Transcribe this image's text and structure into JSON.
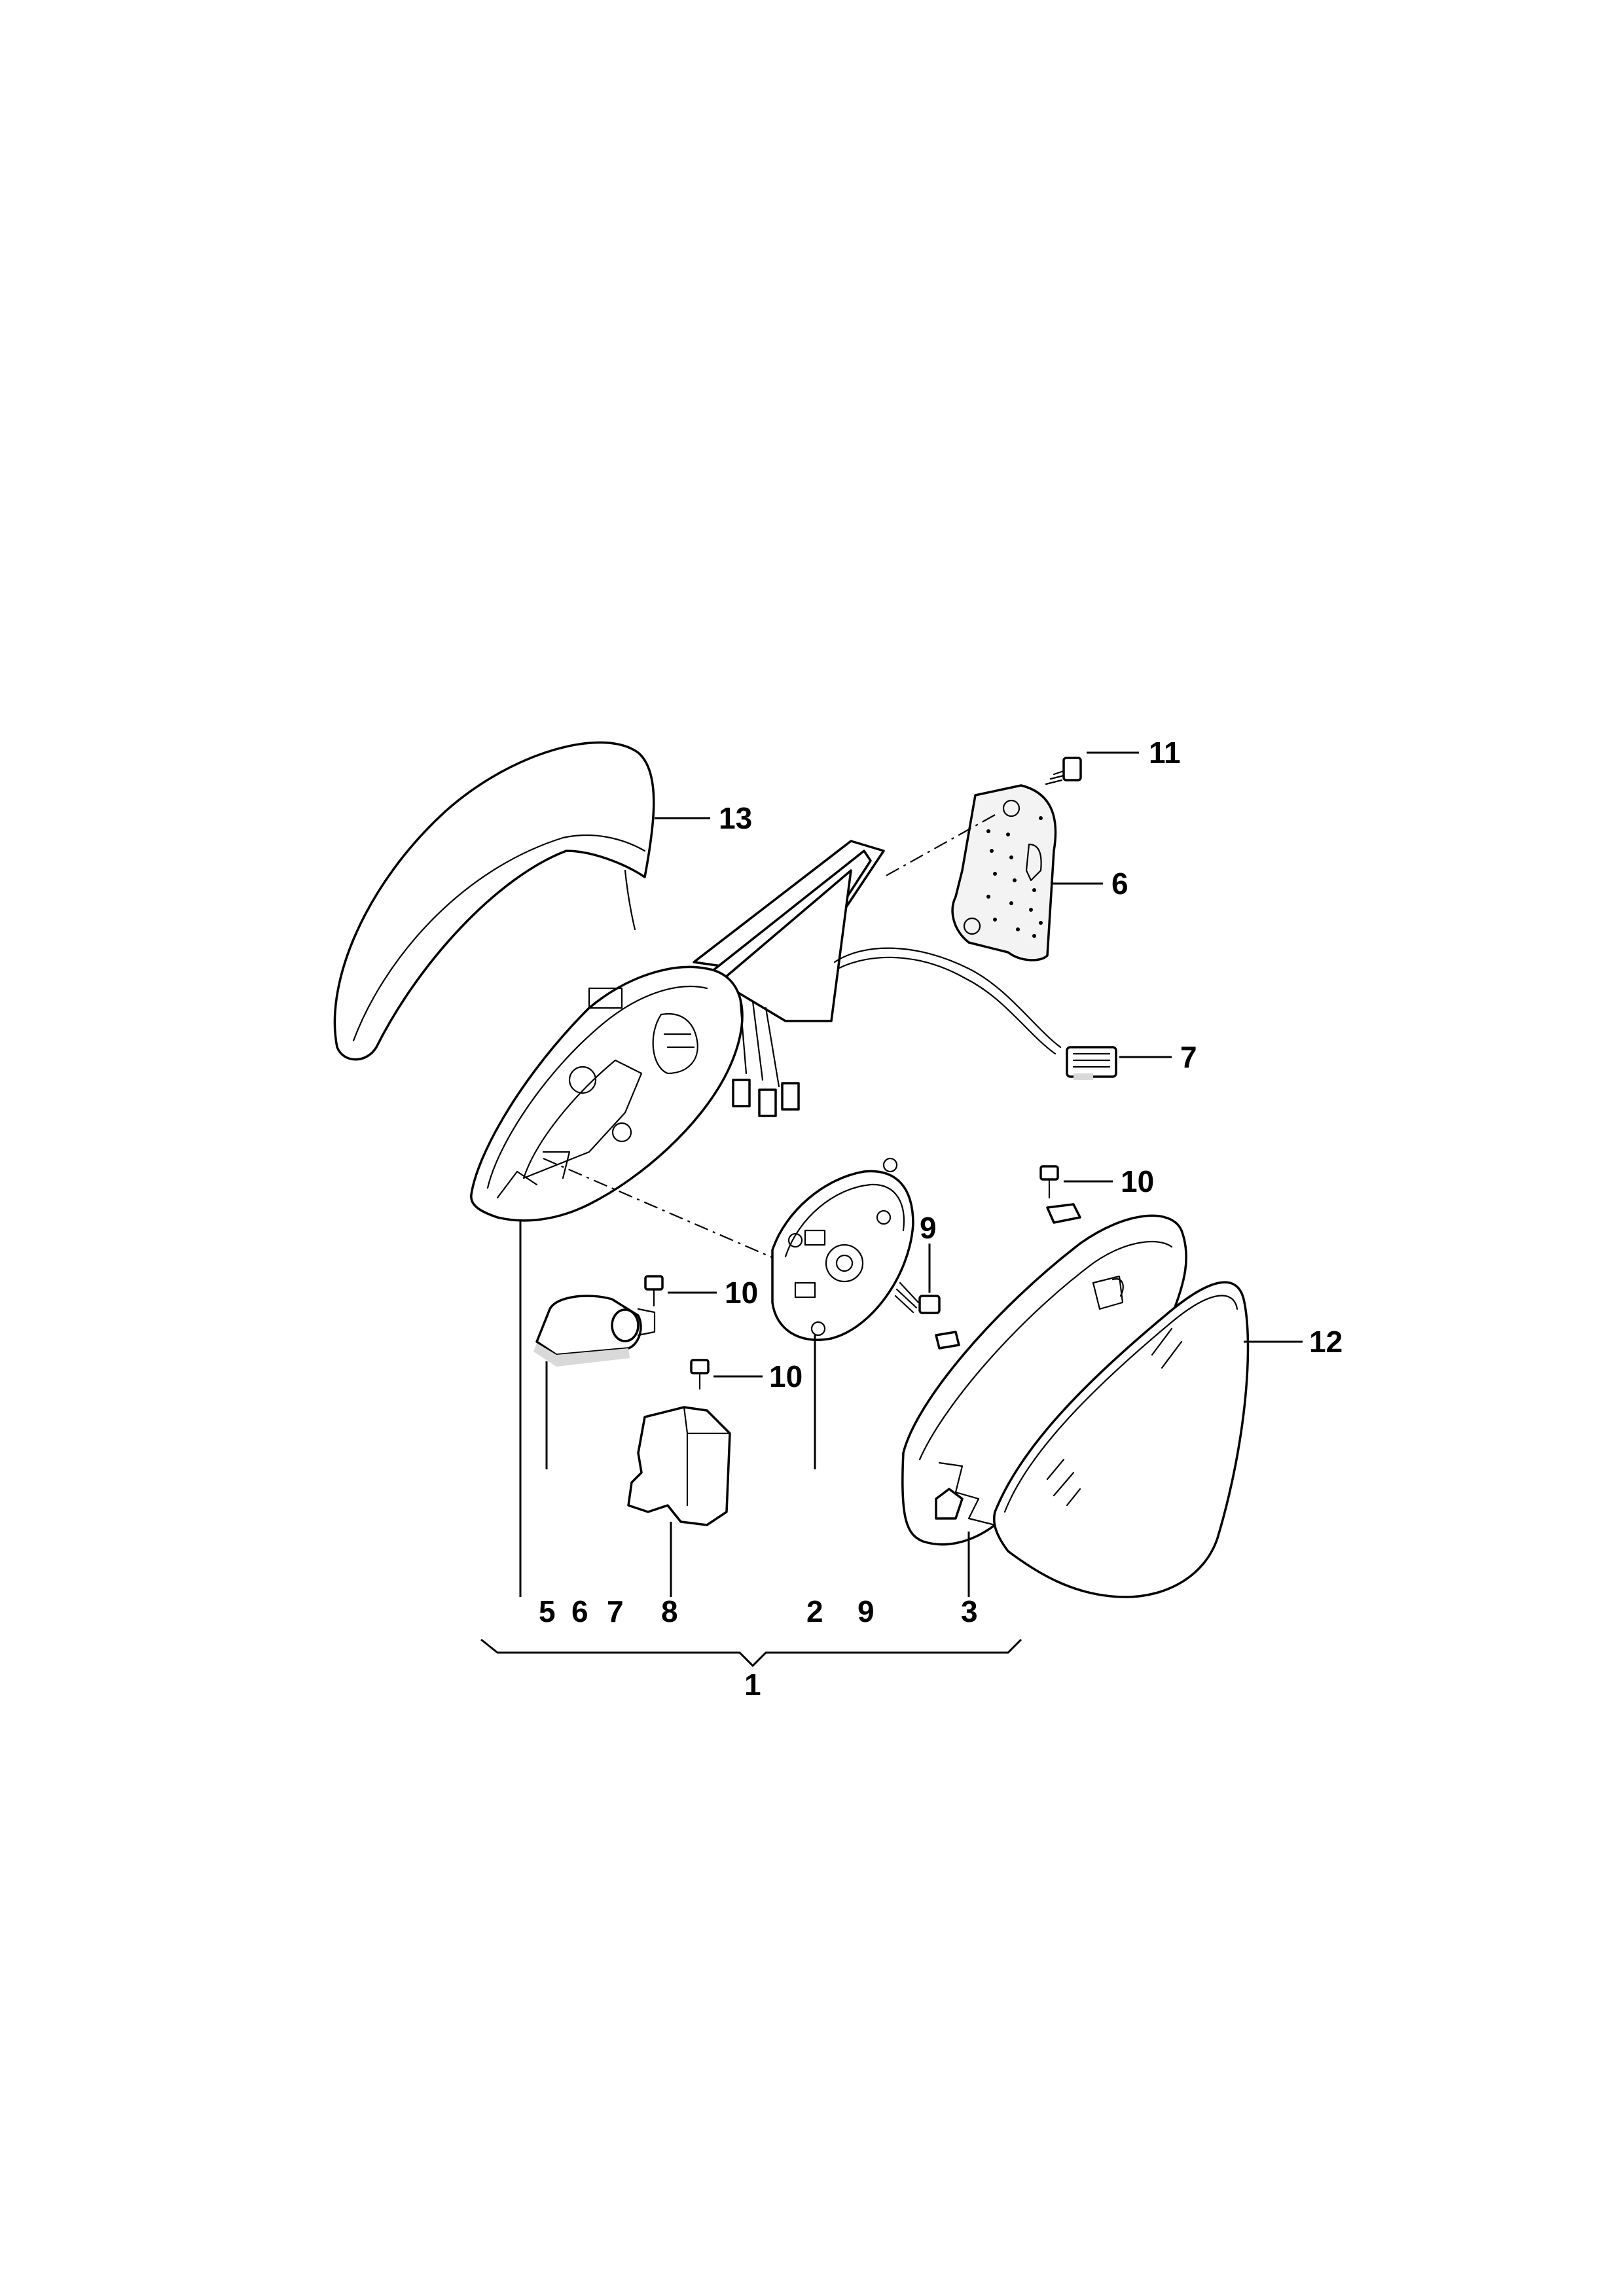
{
  "callouts": {
    "c1": "1",
    "c2": "2",
    "c3": "3",
    "c5": "5",
    "c6_top": "6",
    "c6_bottom": "6",
    "c7_top": "7",
    "c7_bottom": "7",
    "c8": "8",
    "c9_top": "9",
    "c9_bottom": "9",
    "c10_a": "10",
    "c10_b": "10",
    "c10_c": "10",
    "c11": "11",
    "c12": "12",
    "c13": "13"
  },
  "colors": {
    "line": "#000000",
    "background": "#ffffff",
    "shading": "#d9d9d9"
  }
}
